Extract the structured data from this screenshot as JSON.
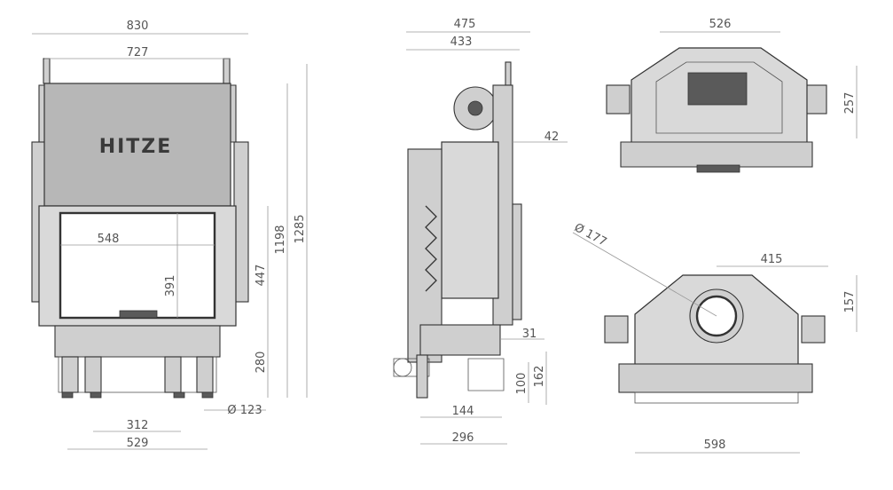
{
  "brand": {
    "logo_text": "HITZE"
  },
  "front_view": {
    "overall_width": "830",
    "inner_width": "727",
    "glass_width": "548",
    "glass_height": "391",
    "door_height": "447",
    "base_height": "280",
    "height_without_pipe": "1198",
    "overall_height": "1285",
    "leg_diameter": "Ø 123",
    "leg_spacing_inner": "312",
    "leg_spacing_outer": "529"
  },
  "side_view": {
    "overall_depth": "475",
    "body_depth": "433",
    "top_offset": "42",
    "rear_offset": "31",
    "leg_height": "100",
    "inlet_height": "162",
    "leg_offset": "144",
    "base_depth": "296"
  },
  "top_view": {
    "width": "526",
    "depth": "257"
  },
  "bottom_view": {
    "flue_diameter": "Ø 177",
    "flue_offset_x": "415",
    "flue_offset_y": "157",
    "width": "598"
  }
}
